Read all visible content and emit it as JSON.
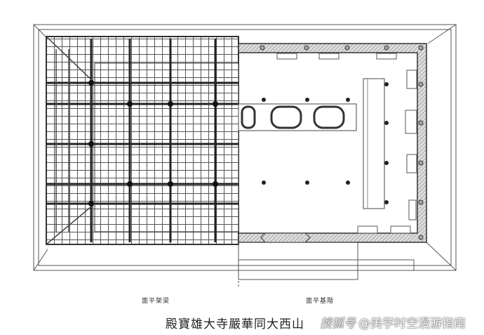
{
  "title": "殿寶雄大寺嚴華同大西山",
  "left_plan_label": "面平架梁",
  "right_plan_label": "面平基階",
  "watermark": {
    "logo": "搜狐号",
    "handle": "@美学时空漫游指南"
  }
}
